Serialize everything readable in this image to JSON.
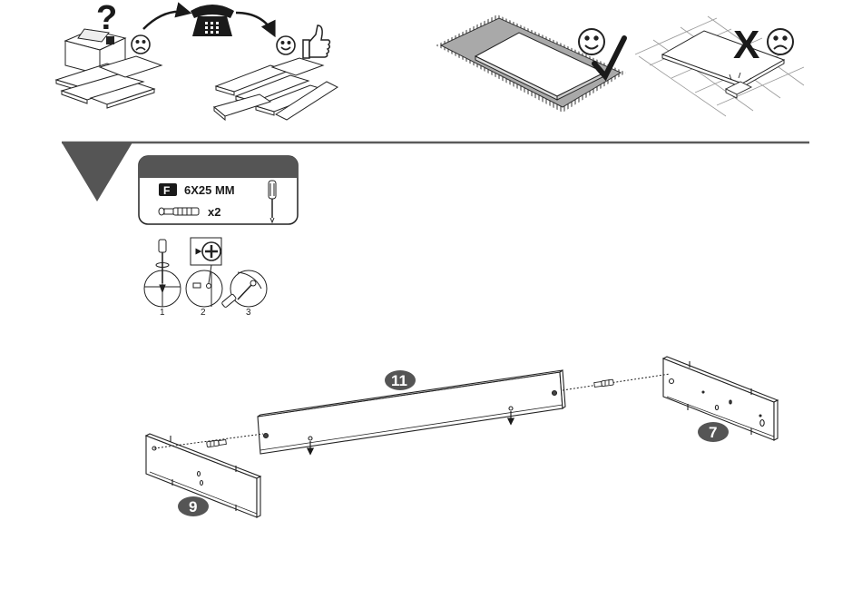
{
  "warnings": {
    "question_mark": "?",
    "cross_mark": "X"
  },
  "hardware": {
    "part_letter": "F",
    "size_label": "6X25 MM",
    "quantity_label": "x2"
  },
  "tool_steps": [
    "1",
    "2",
    "3"
  ],
  "parts": [
    {
      "id": "11",
      "label": "11"
    },
    {
      "id": "7",
      "label": "7"
    },
    {
      "id": "9",
      "label": "9"
    }
  ],
  "icons": {
    "phone": "telephone-icon",
    "smile": "smiley-face-icon",
    "frown": "frowning-face-icon",
    "thumbs": "thumbs-up-icon",
    "check": "checkmark-icon",
    "screwdriver": "screwdriver-icon",
    "dowel": "dowel-icon"
  },
  "colors": {
    "ink": "#1a1a1a",
    "badge": "#555555",
    "rug": "#a9a9a9",
    "header_bar": "#5a5a5a"
  }
}
